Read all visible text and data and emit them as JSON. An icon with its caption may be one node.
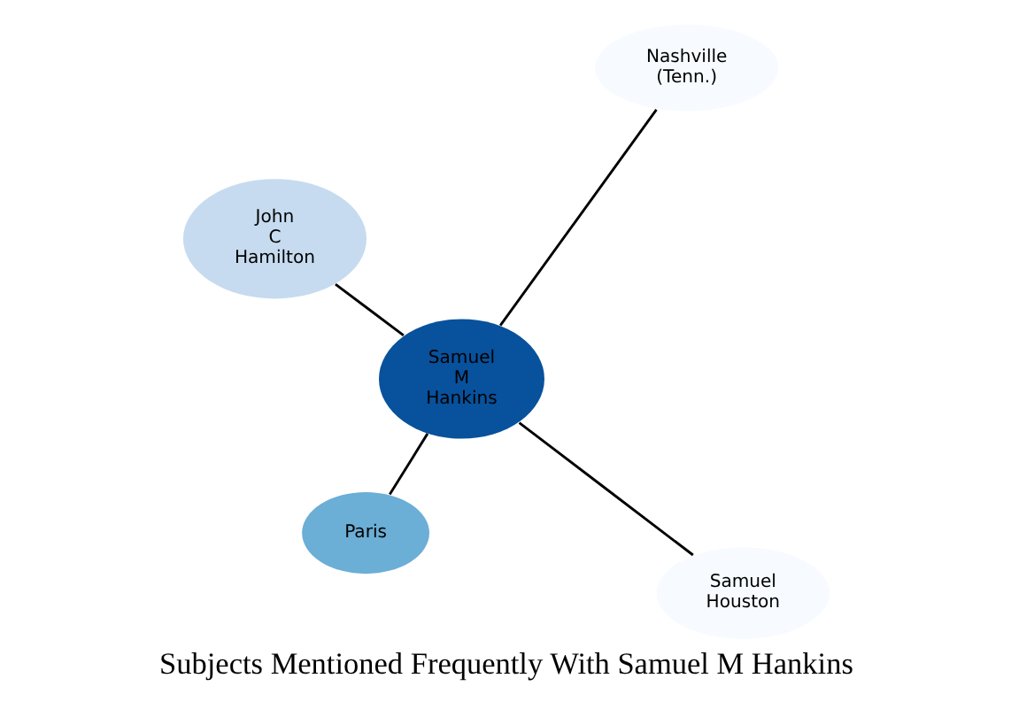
{
  "diagram": {
    "title": "Subjects Mentioned Frequently With Samuel M Hankins",
    "nodes": [
      {
        "text": [
          "Samuel M Hankins"
        ]
      },
      {
        "text": [
          "Samuel Houston"
        ]
      },
      {
        "text": [
          "Paris"
        ]
      },
      {
        "text": [
          "John C Hamilton"
        ]
      },
      {
        "text": [
          "Nashville (Tenn.)"
        ]
      }
    ],
    "edges": [
      {
        "from": 0,
        "to": 1,
        "arrow": "none"
      },
      {
        "from": 0,
        "to": 2,
        "arrow": "none"
      },
      {
        "from": 0,
        "to": 3,
        "arrow": "none"
      },
      {
        "from": 0,
        "to": 4,
        "arrow": "none"
      }
    ]
  }
}
